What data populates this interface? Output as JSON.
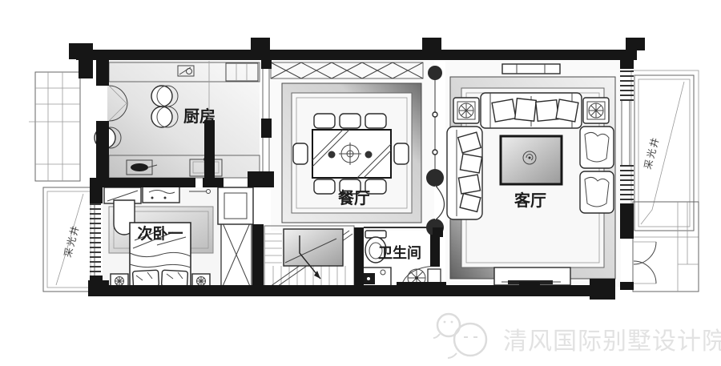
{
  "floorplan": {
    "title": "villa-floor-plan",
    "rooms": [
      {
        "id": "kitchen",
        "label": "厨房"
      },
      {
        "id": "dining",
        "label": "餐厅"
      },
      {
        "id": "living",
        "label": "客厅"
      },
      {
        "id": "bedroom",
        "label": "次卧一"
      },
      {
        "id": "bathroom",
        "label": "卫生间"
      }
    ],
    "annotations": [
      {
        "id": "lightwell-left",
        "label": "采光井"
      },
      {
        "id": "lightwell-right",
        "label": "采光井"
      }
    ],
    "colors": {
      "wall": "#161616",
      "line": "#444444",
      "floor_light": "#f8f8f8",
      "floor_shade": "#6f6f6f",
      "watermark": "#e2e2e2"
    }
  },
  "watermark": {
    "icon": "wechat-chat-bubbles",
    "text": "清风国际别墅设计院"
  }
}
